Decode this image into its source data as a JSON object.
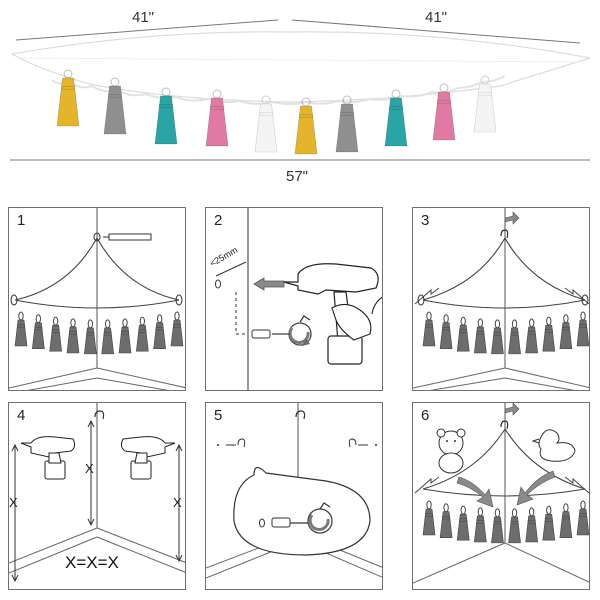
{
  "top": {
    "dim_left": "41\"",
    "dim_right": "41\"",
    "dim_bottom": "57\"",
    "tassel_colors": [
      "#e4b52a",
      "#8f8f8f",
      "#2aa5a5",
      "#e07aa4",
      "#f4f4f4",
      "#e4b52a",
      "#8f8f8f",
      "#2aa5a5",
      "#e07aa4",
      "#f4f4f4"
    ]
  },
  "steps": {
    "s1": "1",
    "s2": "2",
    "s3": "3",
    "s4": "4",
    "s5": "5",
    "s6": "6"
  },
  "step2": {
    "distance_label": "<25mm"
  },
  "step4": {
    "x_label": "X",
    "equation": "X=X=X"
  },
  "colors": {
    "outline": "#6f6f6f",
    "tassel_gray": "#6d6d6d",
    "arrow_gray": "#8a8a8a"
  }
}
